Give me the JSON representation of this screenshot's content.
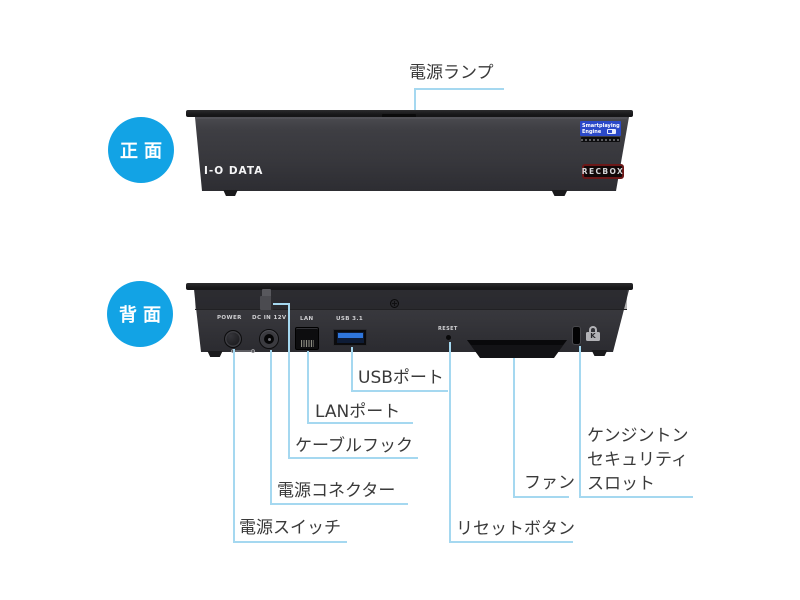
{
  "colors": {
    "badge_blue": "#12a3e5",
    "leader_line_blue": "#a5d8f0",
    "label_text": "#3a3a3a",
    "usb_blue": "#2f76dc",
    "recbox_red": "#6b1818"
  },
  "front": {
    "badge": "正面",
    "callouts": {
      "power_lamp": "電源ランプ"
    },
    "device": {
      "brand": "I-O DATA",
      "engine_line1": "Smartplaying",
      "engine_line2": "Engine",
      "logo": "RECBOX"
    }
  },
  "back": {
    "badge": "背面",
    "port_labels": {
      "power": "POWER",
      "dc_in": "DC IN 12V",
      "lan": "LAN",
      "usb": "USB 3.1",
      "reset": "RESET"
    },
    "lock_letter": "K",
    "callouts": {
      "usb": "USBポート",
      "lan": "LANポート",
      "cable_hook": "ケーブルフック",
      "power_connector": "電源コネクター",
      "power_switch": "電源スイッチ",
      "reset": "リセットボタン",
      "fan": "ファン",
      "kensington_l1": "ケンジントン",
      "kensington_l2": "セキュリティ",
      "kensington_l3": "スロット"
    }
  }
}
